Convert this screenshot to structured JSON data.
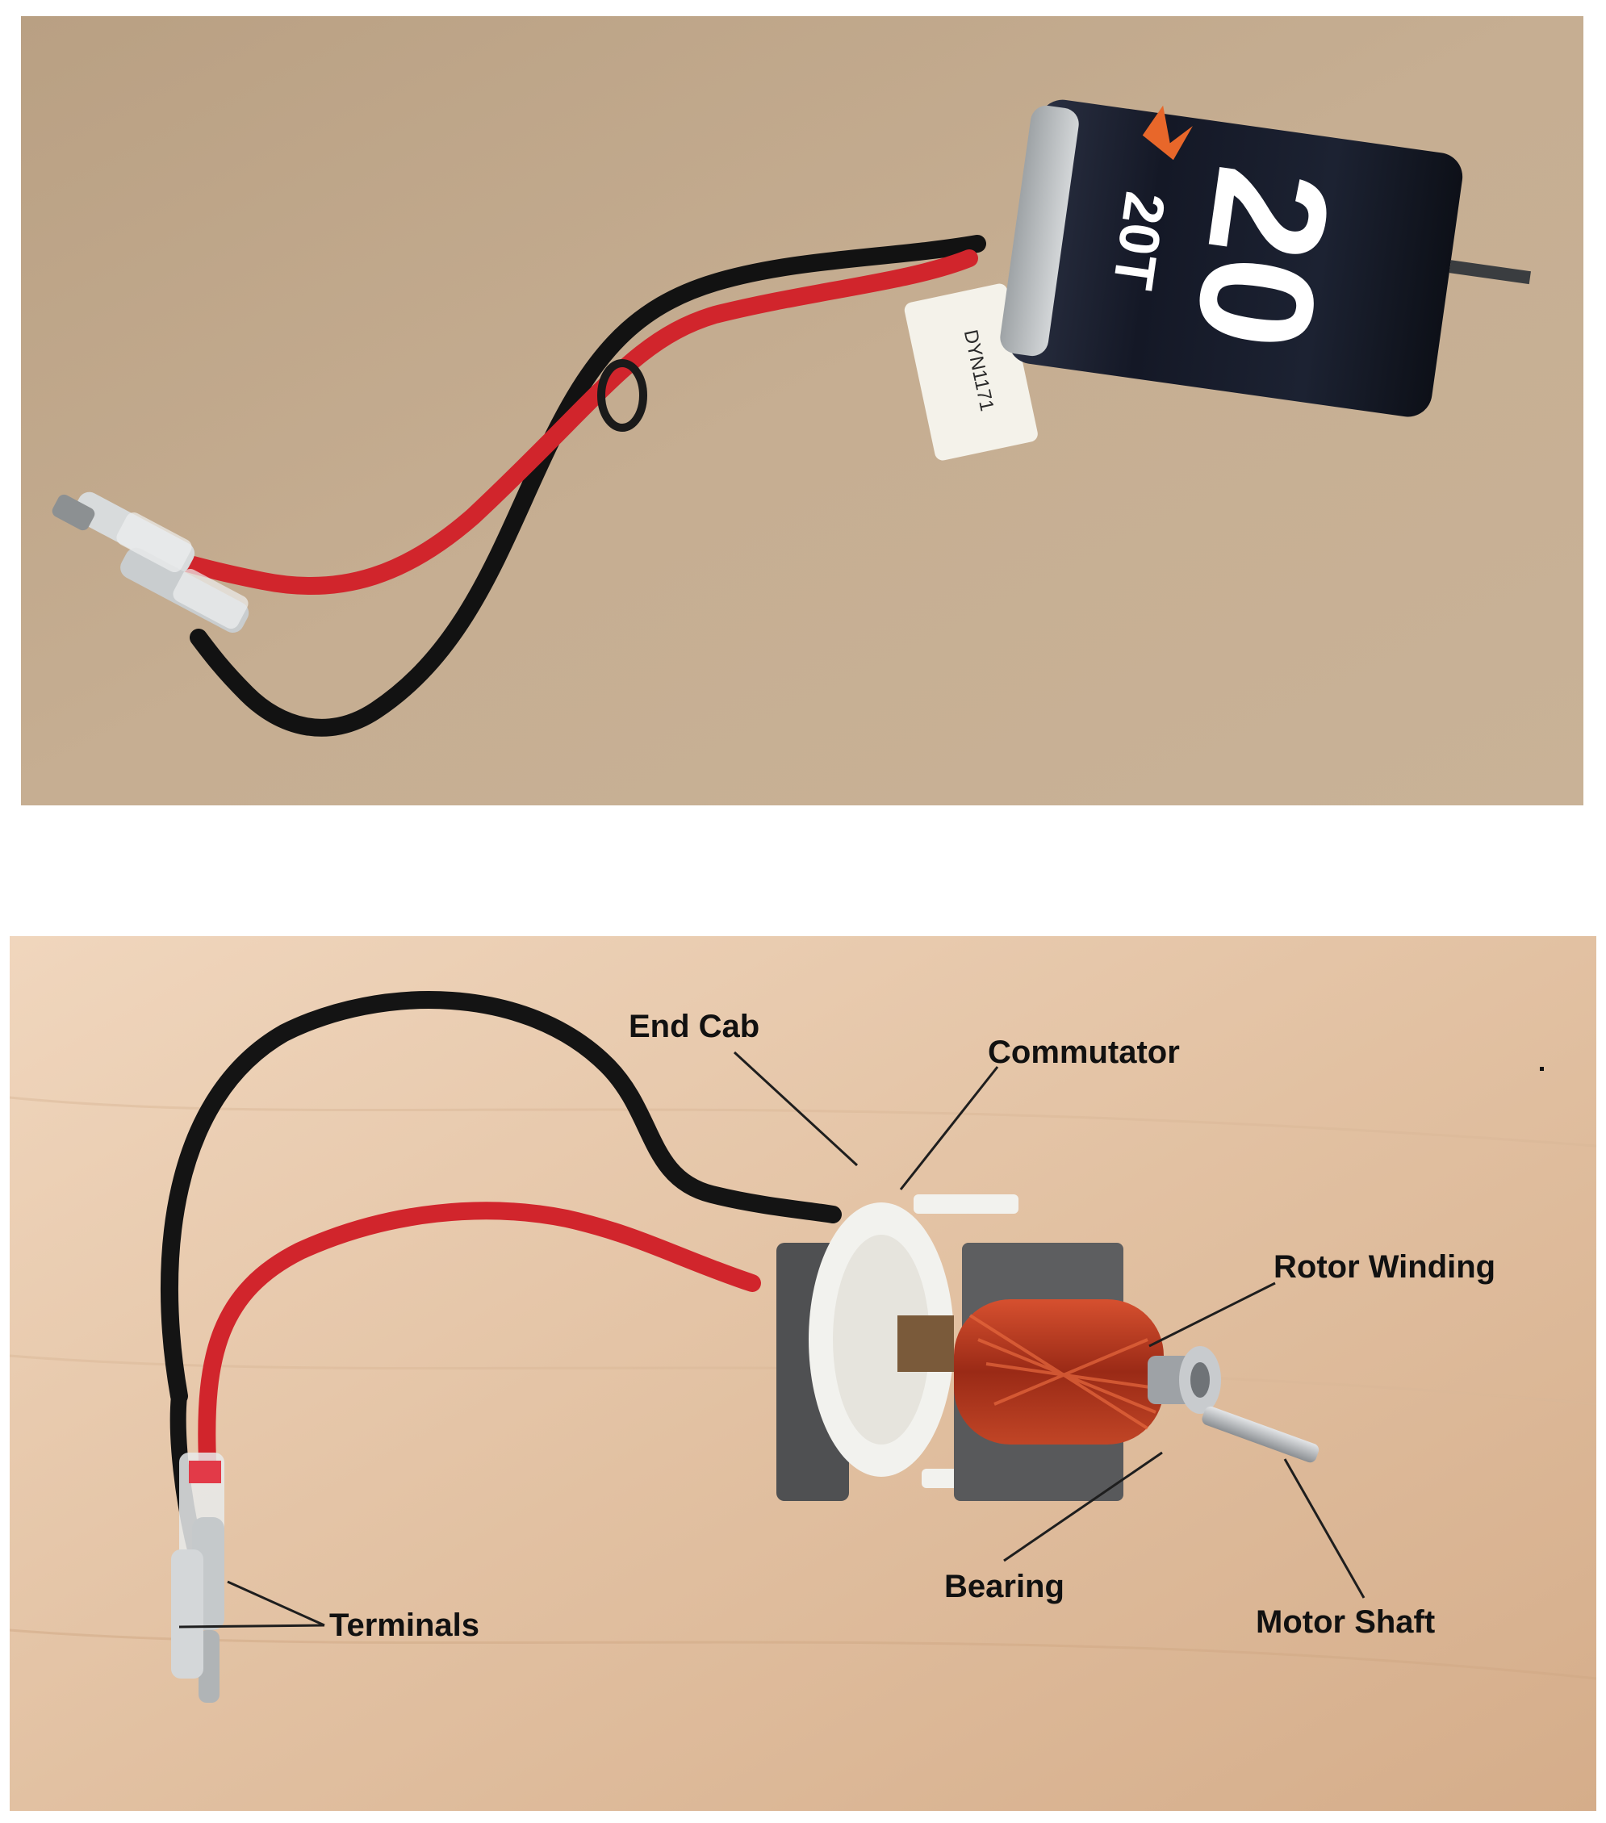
{
  "photos": {
    "top": {
      "can_text_large": "20",
      "can_text_turns": "20T",
      "tag_text": "DYN1171"
    },
    "bottom": {
      "labels": {
        "end_cab": "End Cab",
        "commutator": "Commutator",
        "rotor_winding": "Rotor Winding",
        "bearing": "Bearing",
        "motor_shaft": "Motor Shaft",
        "terminals": "Terminals"
      }
    }
  },
  "colors": {
    "cardboard": "#c2a98c",
    "wood": "#e3c3a6",
    "wire_red": "#d3222b",
    "wire_black": "#141414",
    "copper": "#b5391f",
    "can_black": "#151a26",
    "plastic_white": "#f1f1ee",
    "stator_gray": "#5c5c5e"
  }
}
